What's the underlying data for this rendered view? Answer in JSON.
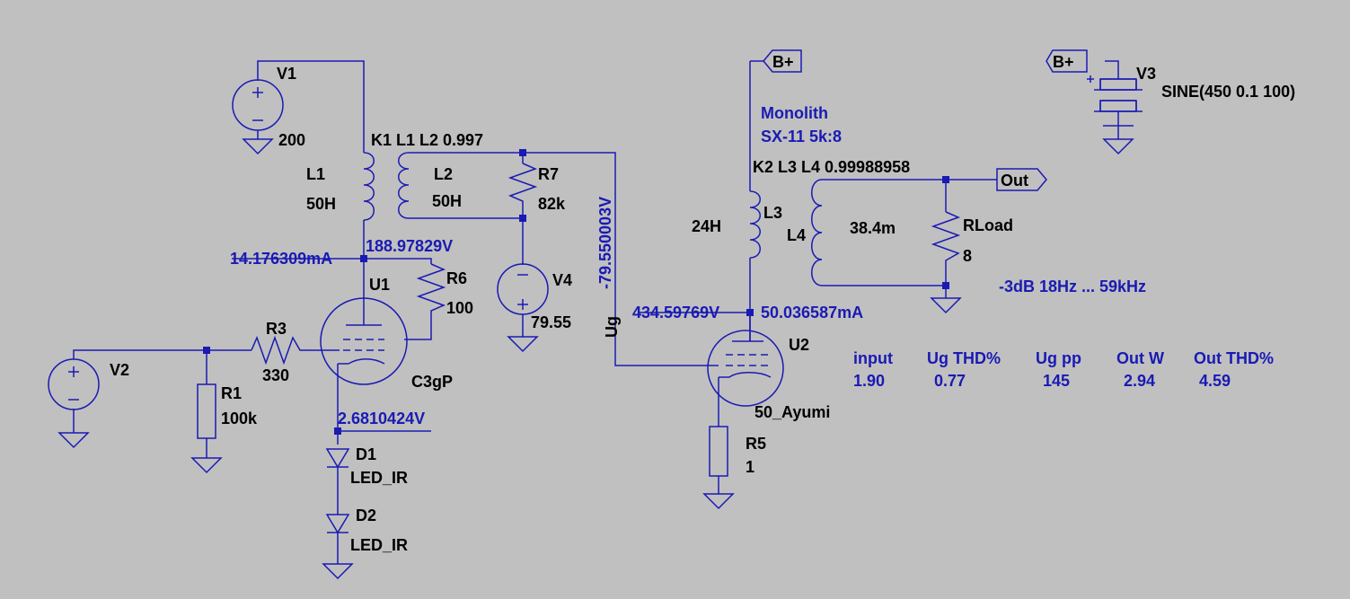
{
  "components": {
    "V1": {
      "name": "V1",
      "value": "200"
    },
    "V2": {
      "name": "V2"
    },
    "V3": {
      "name": "V3",
      "value": "SINE(450 0.1 100)"
    },
    "V4": {
      "name": "V4",
      "value": "79.55"
    },
    "L1": {
      "name": "L1",
      "value": "50H"
    },
    "L2": {
      "name": "L2",
      "value": "50H"
    },
    "L3": {
      "name": "L3",
      "value": "24H"
    },
    "L4": {
      "name": "L4",
      "value": "38.4m"
    },
    "R1": {
      "name": "R1",
      "value": "100k"
    },
    "R3": {
      "name": "R3",
      "value": "330"
    },
    "R5": {
      "name": "R5",
      "value": "1"
    },
    "R6": {
      "name": "R6",
      "value": "100"
    },
    "R7": {
      "name": "R7",
      "value": "82k"
    },
    "RLoad": {
      "name": "RLoad",
      "value": "8"
    },
    "U1": {
      "name": "U1",
      "value": "C3gP"
    },
    "U2": {
      "name": "U2",
      "value": "50_Ayumi"
    },
    "D1": {
      "name": "D1",
      "value": "LED_IR"
    },
    "D2": {
      "name": "D2",
      "value": "LED_IR"
    }
  },
  "couplings": {
    "k1": "K1 L1 L2 0.997",
    "k2": "K2 L3 L4  0.99988958"
  },
  "transformer_note": {
    "line1": "Monolith",
    "line2": "SX-11 5k:8"
  },
  "net_labels": {
    "bplus_1": "B+",
    "bplus_2": "B+",
    "out": "Out",
    "ug": "Ug"
  },
  "operating_points": {
    "u1_cathode_current": "14.176309mA",
    "u1_plate_voltage": "188.97829V",
    "u1_cathode_voltage": "2.6810424V",
    "ug_voltage": "-79.550003V",
    "u2_plate_voltage": "434.59769V",
    "u2_plate_current": "50.036587mA"
  },
  "bandwidth": "-3dB 18Hz ... 59kHz",
  "results": {
    "headers": [
      "input",
      "Ug THD%",
      "Ug pp",
      "Out W",
      "Out THD%"
    ],
    "values": [
      "1.90",
      "0.77",
      "145",
      "2.94",
      "4.59"
    ]
  },
  "colors": {
    "background": "#c0c0c0",
    "wire": "#1a1ab4",
    "label": "#000000",
    "annotation": "#1a1ab4"
  }
}
